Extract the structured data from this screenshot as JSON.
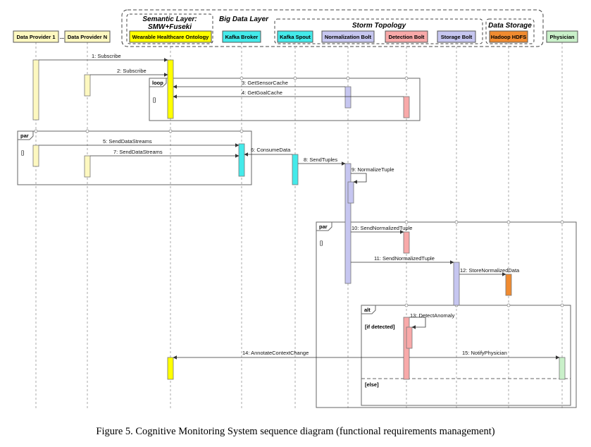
{
  "group_labels": {
    "semantic_layer_line1": "Semantic Layer:",
    "semantic_layer_line2": "SMW+Fuseki",
    "big_data_layer": "Big Data Layer",
    "storm_topology": "Storm Topology",
    "data_storage": "Data Storage"
  },
  "participants": [
    {
      "label": "Data Provider 1",
      "color": "#fdf8c0"
    },
    {
      "label": "Data Provider N",
      "color": "#fdf8c0"
    },
    {
      "label": "Wearable Healthcare Ontology",
      "color": "#ffff00"
    },
    {
      "label": "Kafka Broker",
      "color": "#44eaea"
    },
    {
      "label": "Kafka Spout",
      "color": "#44eaea"
    },
    {
      "label": "Normalization Bolt",
      "color": "#c6c6f0"
    },
    {
      "label": "Detection Bolt",
      "color": "#f8a9a9"
    },
    {
      "label": "Storage Bolt",
      "color": "#c6c6f0"
    },
    {
      "label": "Hadoop HDFS",
      "color": "#f08b30"
    },
    {
      "label": "Physician",
      "color": "#c9f0c9"
    }
  ],
  "between_providers": "...",
  "messages": [
    {
      "label": "1: Subscribe"
    },
    {
      "label": "2: Subscribe"
    },
    {
      "label": "3: GetSensorCache"
    },
    {
      "label": "4: GetGoalCache"
    },
    {
      "label": "5: SendDataStreams"
    },
    {
      "label": "6: ConsumeData"
    },
    {
      "label": "7: SendDataStreams"
    },
    {
      "label": "8: SendTuples"
    },
    {
      "label": "9: NormalizeTuple"
    },
    {
      "label": "10: SendNormalizedTuple"
    },
    {
      "label": "11: SendNormalizedTuple"
    },
    {
      "label": "12: StoreNormalizedData"
    },
    {
      "label": "13: DetectAnomaly"
    },
    {
      "label": "14: AnnotateContextChange"
    },
    {
      "label": "15: NotifyPhysician"
    }
  ],
  "fragments": {
    "loop": {
      "operator": "loop",
      "guard": "[]"
    },
    "par1": {
      "operator": "par",
      "guard": "[]"
    },
    "par2": {
      "operator": "par",
      "guard": "[]"
    },
    "alt": {
      "operator": "alt",
      "guard1": "[if detected]",
      "guard2": "[else]"
    }
  },
  "caption": "Figure 5. Cognitive Monitoring System sequence diagram (functional requirements management)"
}
